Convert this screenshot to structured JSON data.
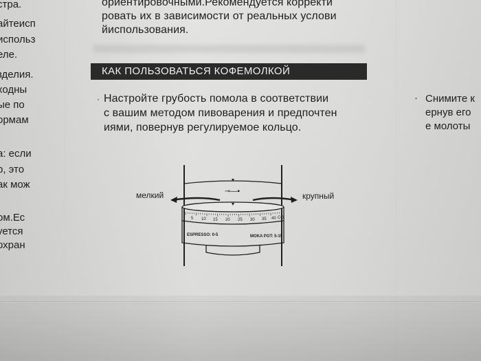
{
  "left_column_lines": [
    "стра.",
    "айтеисп",
    "использ",
    "еле.",
    "зделия.",
    "ходны",
    "ые по",
    "ормам",
    "а: если",
    "р, это",
    "ак мож",
    "ом.Ес",
    "уется",
    "охран"
  ],
  "right_column_lines": [
    "Снимите к",
    "ернув его",
    "е молоты"
  ],
  "intro_lines": [
    "ориентировочными.Рекомендуется корректи",
    "ровать их в зависимости от реальных услови",
    "йиспользования."
  ],
  "section": {
    "heading": "КАК ПОЛЬЗОВАТЬСЯ КОФЕМОЛКОЙ",
    "bullet": "·",
    "lines": [
      "Настройте грубость помола в соответствии",
      "с вашим методом пивоварения и предпочтен",
      "иями, повернув регулируемое кольцо."
    ]
  },
  "diagram": {
    "left_label": "мелкий",
    "right_label": "крупный",
    "scale_ticks": [
      "5",
      "10",
      "15",
      "20",
      "25",
      "30",
      "35",
      "40"
    ],
    "scale_end": "CO",
    "espresso_label": "ESPRESSO: 0-5",
    "moka_label": "MOKA POT: 5-15",
    "lock_symbol": "⊸—🔒",
    "colors": {
      "ink": "#1e1e1e",
      "band": "#2a2a2a",
      "paper": "#dcdcda"
    }
  }
}
